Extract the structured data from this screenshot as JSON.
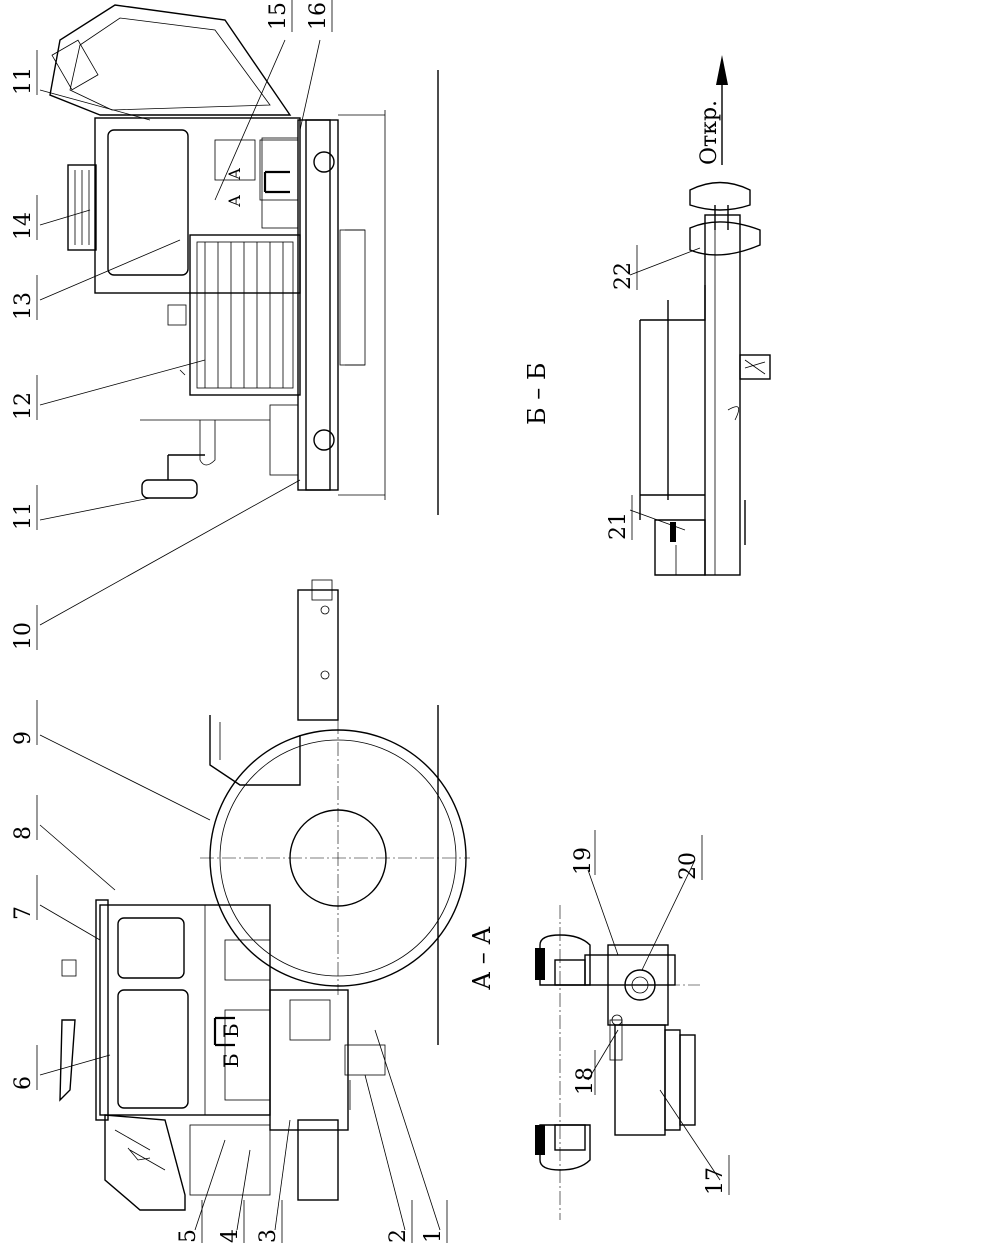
{
  "callouts": [
    "1",
    "2",
    "3",
    "4",
    "5",
    "6",
    "7",
    "8",
    "9",
    "10",
    "11",
    "11",
    "12",
    "13",
    "14",
    "15",
    "16",
    "17",
    "18",
    "19",
    "20",
    "21",
    "22"
  ],
  "section_labels": {
    "aa": "А – А",
    "bb": "Б – Б"
  },
  "section_marks": {
    "a": "А",
    "b": "Б"
  },
  "direction_label": "Откр."
}
